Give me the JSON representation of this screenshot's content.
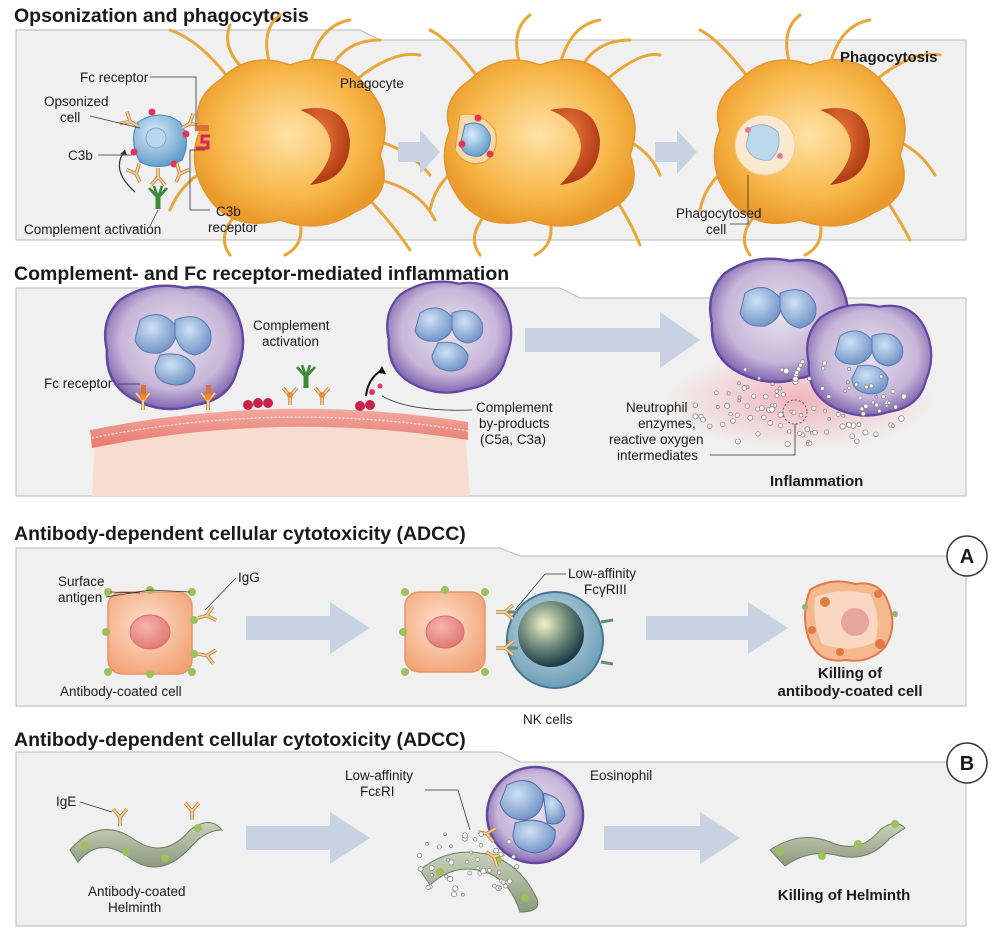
{
  "panels": [
    {
      "title": "Opsonization and phagocytosis",
      "labels": {
        "fc_receptor": "Fc receptor",
        "opsonized_cell_1": "Opsonized",
        "opsonized_cell_2": "cell",
        "c3b": "C3b",
        "complement_activation": "Complement activation",
        "c3b_receptor_1": "C3b",
        "c3b_receptor_2": "receptor",
        "phagocyte": "Phagocyte",
        "phagocytosis": "Phagocytosis",
        "phagocytosed_cell_1": "Phagocytosed",
        "phagocytosed_cell_2": "cell"
      }
    },
    {
      "title": "Complement- and Fc receptor-mediated inflammation",
      "labels": {
        "complement_activation_1": "Complement",
        "complement_activation_2": "activation",
        "fc_receptor": "Fc receptor",
        "byproducts_1": "Complement",
        "byproducts_2": "by-products",
        "byproducts_3": "(C5a, C3a)",
        "enzymes_1": "Neutrophil",
        "enzymes_2": "enzymes,",
        "enzymes_3": "reactive oxygen",
        "enzymes_4": "intermediates",
        "inflammation": "Inflammation"
      }
    },
    {
      "title": "Antibody-dependent cellular cytotoxicity (ADCC)",
      "tag": "A",
      "labels": {
        "surface_antigen_1": "Surface",
        "surface_antigen_2": "antigen",
        "igg": "IgG",
        "low_affinity": "Low-affinity",
        "fcgriii": "FcγRIII",
        "antibody_coated_cell": "Antibody-coated cell",
        "nk_cells": "NK cells",
        "killing_1": "Killing of",
        "killing_2": "antibody-coated cell"
      }
    },
    {
      "title": "Antibody-dependent cellular cytotoxicity (ADCC)",
      "tag": "B",
      "labels": {
        "ige": "IgE",
        "low_affinity": "Low-affinity",
        "fceri": "FcεRI",
        "eosinophil": "Eosinophil",
        "helminth_1": "Antibody-coated",
        "helminth_2": "Helminth",
        "killing": "Killing of Helminth"
      }
    }
  ],
  "colors": {
    "phagocyte": "#f6b443",
    "nucleus": "#c8481d",
    "opsonized": "#7fb3dc",
    "neutrophil": "#7a62b0",
    "target_cell": "#f7b896",
    "nk_cell": "#7fa6be",
    "helminth": "#a8b49a",
    "arrow": "#c7d2e2"
  }
}
